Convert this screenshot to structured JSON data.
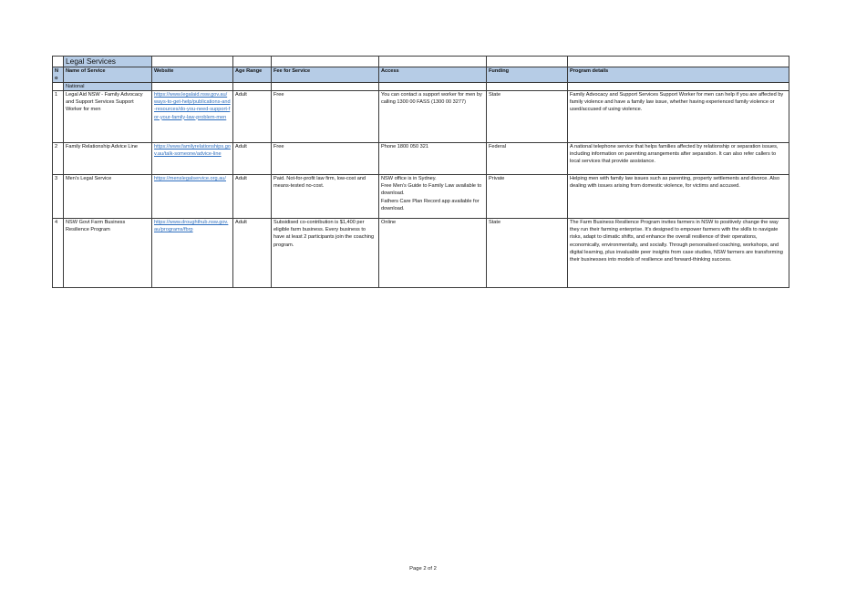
{
  "title": "Legal Services",
  "headers": {
    "no": "No",
    "name": "Name of Service",
    "website": "Website",
    "age": "Age Range",
    "fee": "Fee for Service",
    "access": "Access",
    "funding": "Funding",
    "details": "Program details"
  },
  "section": "National",
  "rows": [
    {
      "no": "1",
      "name": "Legal Aid NSW - Family Advocacy and Support Services Support Worker for men",
      "website": "https://www.legalaid.nsw.gov.au/ways-to-get-help/publications-and-resources/do-you-need-support-for-your-family-law-problem-men",
      "age": "Adult",
      "fee": "Free",
      "access": "You can contact a support worker for men by\ncalling 1300 00 FASS (1300 00 3277)",
      "funding": "State",
      "details": "Family Advocacy and Support Services Support Worker for men can help if you are affected by family violence and have a family law issue, whether having experienced family violence or used/accused of using violence."
    },
    {
      "no": "2",
      "name": "Family Relationship Advice Line",
      "website": "https://www.familyrelationships.gov.au/talk-someone/advice-line",
      "age": "Adult",
      "fee": "Free",
      "access": "Phone 1800 050 321",
      "funding": "Federal",
      "details": "A national telephone service that helps families affected by relationship or separation issues, including information on parenting arrangements after separation. It can also refer callers to local services that provide assistance."
    },
    {
      "no": "3",
      "name": "Men's Legal Service",
      "website": "https://menslegalservice.org.au/",
      "age": "Adult",
      "fee": "Paid. Not-for-profit law firm, low-cost and means-tested no-cost.",
      "access": "NSW office is in Sydney.\nFree Men's Guide to Family Law available to download.\nFathers Care Plan Record app available for download.",
      "funding": "Private",
      "details": "Helping men with family law issues such as parenting, property settlements and divorce. Also dealing with issues arising from domestic violence, for victims and accused."
    },
    {
      "no": "4",
      "name": "NSW Govt Farm Business Resilience Program",
      "website": "https://www.droughthub.nsw.gov.au/programs/fbrp",
      "age": "Adult",
      "fee": "Subsidised co-contribution is $1,400 per eligible farm business. Every business to have at least 2 participants join the coaching program.",
      "access": "Online",
      "funding": "State",
      "details": "The Farm Business Resilience Program invites farmers in NSW to positively change the way they run their farming enterprise. It's designed to empower farmers with the skills to navigate risks, adapt to climatic shifts, and enhance the overall resilience of their operations, economically, environmentally, and socially. Through personalised coaching, workshops, and digital learning, plus invaluable peer insights from case studies, NSW farmers are transforming their businesses into models of resilience and forward-thinking success."
    }
  ],
  "footer": "Page 2 of 2"
}
